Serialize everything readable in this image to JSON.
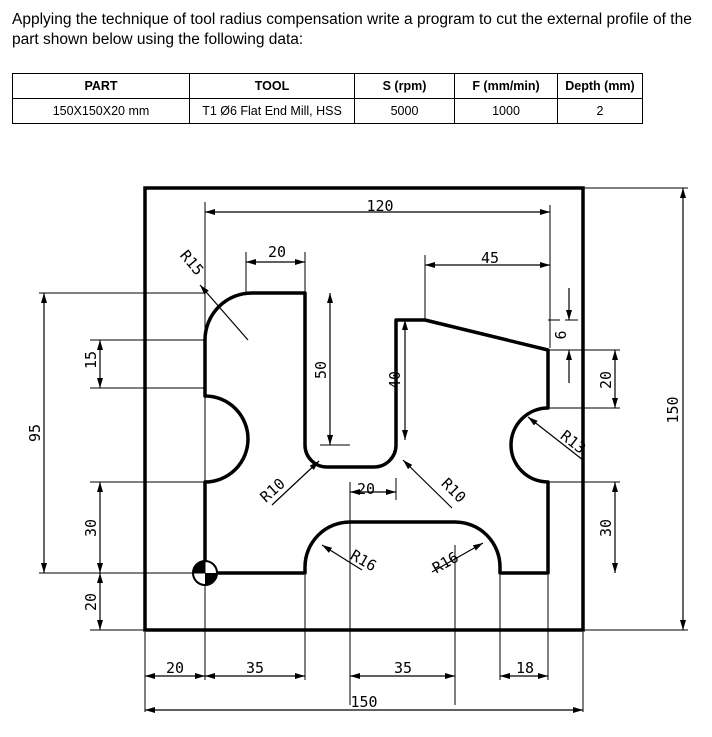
{
  "problem": {
    "text": "Applying the technique of tool radius compensation write a program to cut the external profile of the part shown below using the following data:"
  },
  "table": {
    "headers": [
      "PART",
      "TOOL",
      "S (rpm)",
      "F (mm/min)",
      "Depth (mm)"
    ],
    "row": [
      "150X150X20 mm",
      "T1 Ø6 Flat End Mill, HSS",
      "5000",
      "1000",
      "2"
    ]
  },
  "drawing": {
    "dims": {
      "d120": "120",
      "d45": "45",
      "d20_top": "20",
      "d50": "50",
      "d40": "40",
      "d20_mid": "20",
      "d6": "6",
      "d20_right": "20",
      "d150_right": "150",
      "d95": "95",
      "d15": "15",
      "d30_left": "30",
      "d20_left": "20",
      "d30_right": "30",
      "d20_bottom": "20",
      "d35_a": "35",
      "d35_b": "35",
      "d18": "18",
      "d150_bottom": "150"
    },
    "radii": {
      "r15": "R15",
      "r10_left": "R10",
      "r10_right": "R10",
      "r16_left": "R16",
      "r16_right": "R16",
      "r13": "R13"
    },
    "colors": {
      "line": "#000000",
      "background": "#ffffff"
    }
  }
}
